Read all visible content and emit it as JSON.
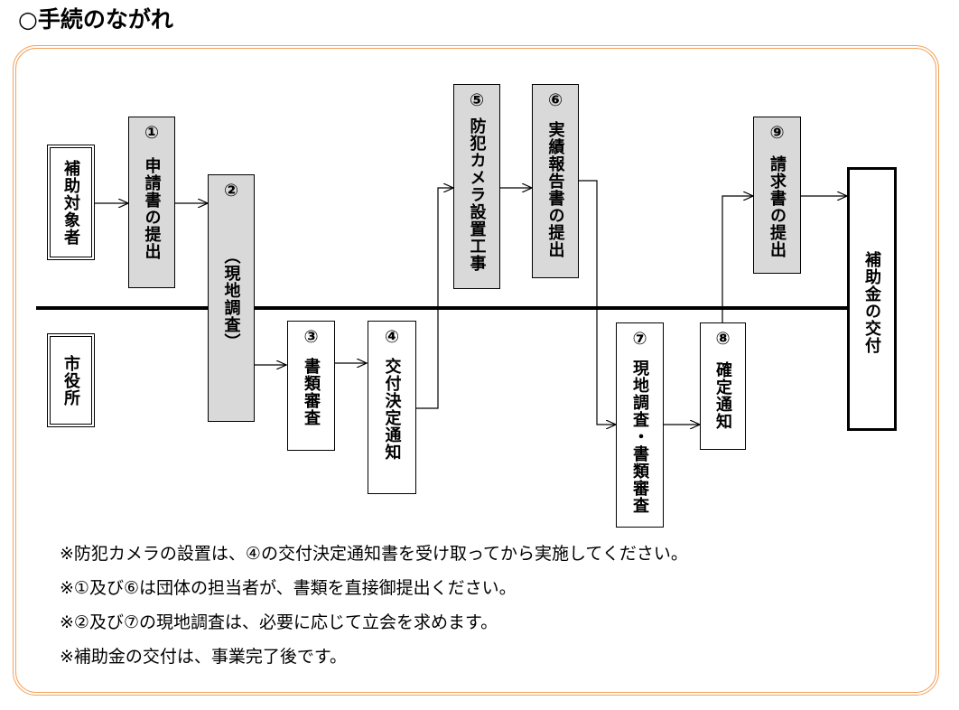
{
  "title": "○手続のながれ",
  "actors": {
    "top": "補助対象者",
    "bottom": "市役所"
  },
  "steps": [
    {
      "num": "①",
      "label": "申請書の提出"
    },
    {
      "num": "②",
      "label": "（現地調査）"
    },
    {
      "num": "③",
      "label": "書類審査"
    },
    {
      "num": "④",
      "label": "交付決定通知"
    },
    {
      "num": "⑤",
      "label": "防犯カメラ設置工事"
    },
    {
      "num": "⑥",
      "label": "実績報告書の提出"
    },
    {
      "num": "⑦",
      "label": "現地調査・書類審査"
    },
    {
      "num": "⑧",
      "label": "確定通知"
    },
    {
      "num": "⑨",
      "label": "請求書の提出"
    }
  ],
  "final": "補助金の交付",
  "notes": [
    "※防犯カメラの設置は、④の交付決定通知書を受け取ってから実施してください。",
    "※①及び⑥は団体の担当者が、書類を直接御提出ください。",
    "※②及び⑦の現地調査は、必要に応じて立会を求めます。",
    "※補助金の交付は、事業完了後です。"
  ]
}
